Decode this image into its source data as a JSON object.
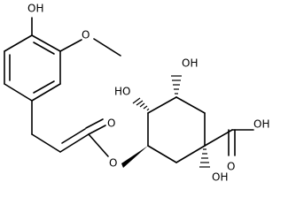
{
  "structure": {
    "atoms": {
      "phenol_oh": "OH",
      "methoxy_o": "O",
      "ester_carbonyl_o": "O",
      "ester_o": "O",
      "c4_oh": "HO",
      "c5_oh": "OH",
      "c1_oh": "OH",
      "acid_carbonyl_o": "O",
      "acid_oh": "OH"
    }
  }
}
